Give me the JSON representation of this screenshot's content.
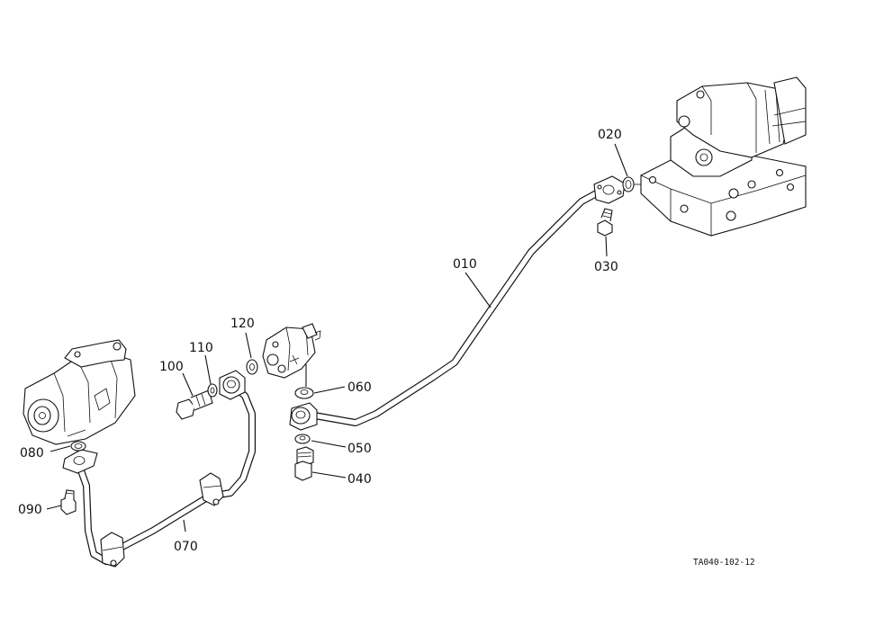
{
  "labels": {
    "p010": "010",
    "p020": "020",
    "p030": "030",
    "p040": "040",
    "p050": "050",
    "p060": "060",
    "p070": "070",
    "p080": "080",
    "p090": "090",
    "p100": "100",
    "p110": "110",
    "p120": "120"
  },
  "reference_code": "TA040-102-12"
}
